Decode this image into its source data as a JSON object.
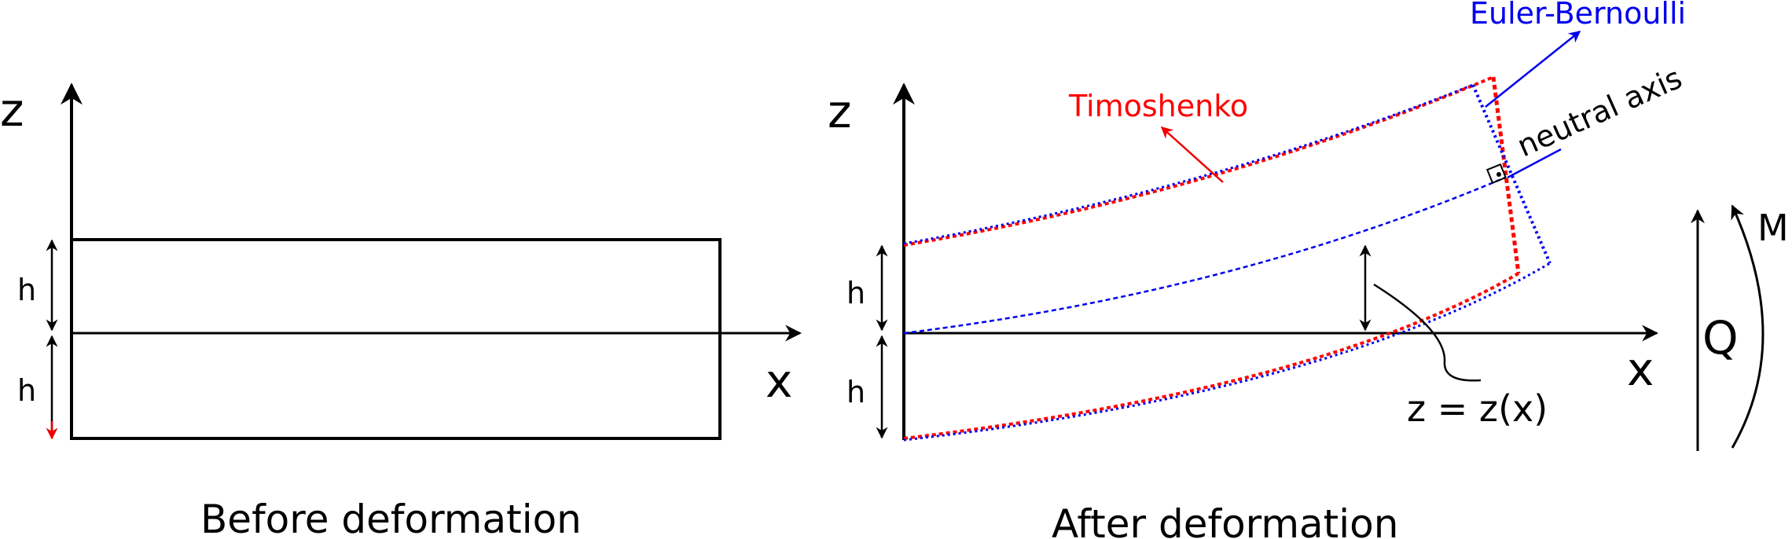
{
  "left_panel": {
    "caption": "Before deformation",
    "axis_z": "z",
    "axis_x": "x",
    "height_upper": "h",
    "height_lower": "h"
  },
  "right_panel": {
    "caption": "After deformation",
    "axis_z": "z",
    "axis_x": "x",
    "height_upper": "h",
    "height_lower": "h",
    "timoshenko": "Timoshenko",
    "euler_bernoulli": "Euler-Bernoulli",
    "neutral_axis": "neutral axis",
    "deflection": "z = z(x)",
    "shear": "Q",
    "moment": "M"
  },
  "colors": {
    "black": "#000000",
    "timoshenko": "#ff0000",
    "euler_bernoulli": "#0000ee",
    "arrow_accent": "#ee0000"
  }
}
